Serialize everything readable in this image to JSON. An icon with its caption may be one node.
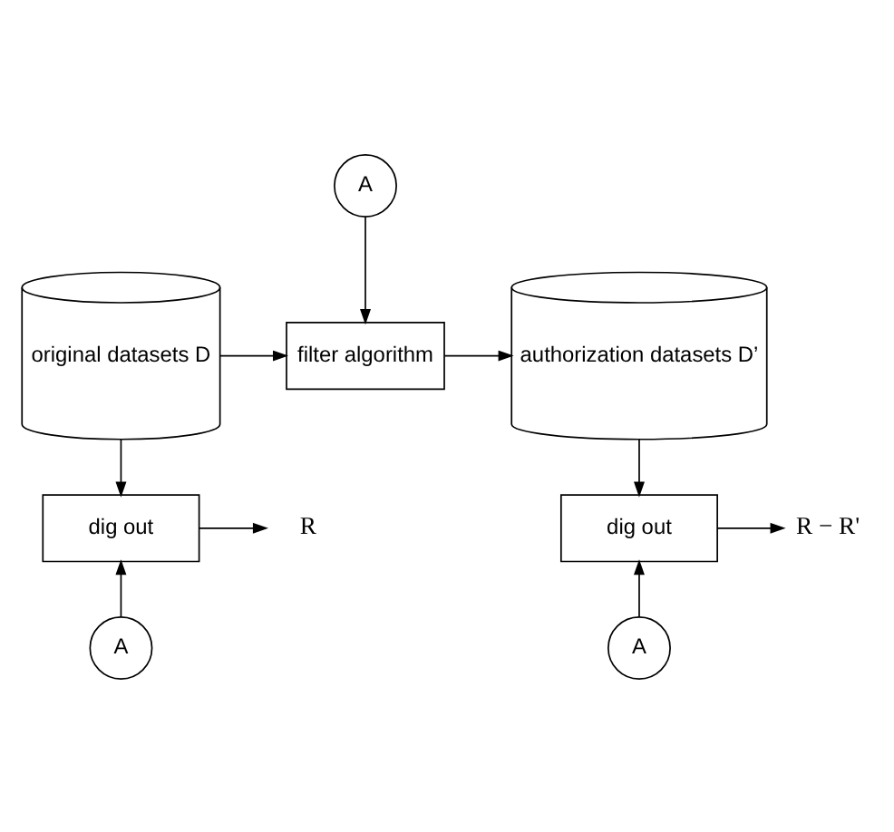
{
  "diagram": {
    "nodes": [
      {
        "text": [
          "A"
        ]
      },
      {
        "text": [
          "original datasets D"
        ]
      },
      {
        "text": [
          "filter algorithm"
        ]
      },
      {
        "text": [
          "authorization datasets D’"
        ]
      },
      {
        "text": [
          "dig out"
        ]
      },
      {
        "text": [
          "R"
        ]
      },
      {
        "text": [
          "R − R'"
        ]
      },
      {
        "text": [
          "dig out"
        ]
      },
      {
        "text": [
          "A"
        ]
      },
      {
        "text": [
          "A"
        ]
      }
    ],
    "edges": [
      {
        "from": 0,
        "to": 2,
        "arrow": "to"
      },
      {
        "from": 1,
        "to": 2,
        "arrow": "to"
      },
      {
        "from": 2,
        "to": 3,
        "arrow": "to"
      },
      {
        "from": 1,
        "to": 4,
        "arrow": "to"
      },
      {
        "from": 4,
        "to": 5,
        "arrow": "to"
      },
      {
        "from": 8,
        "to": 4,
        "arrow": "to"
      },
      {
        "from": 3,
        "to": 7,
        "arrow": "to"
      },
      {
        "from": 7,
        "to": 6,
        "arrow": "to"
      },
      {
        "from": 9,
        "to": 7,
        "arrow": "to"
      }
    ]
  }
}
